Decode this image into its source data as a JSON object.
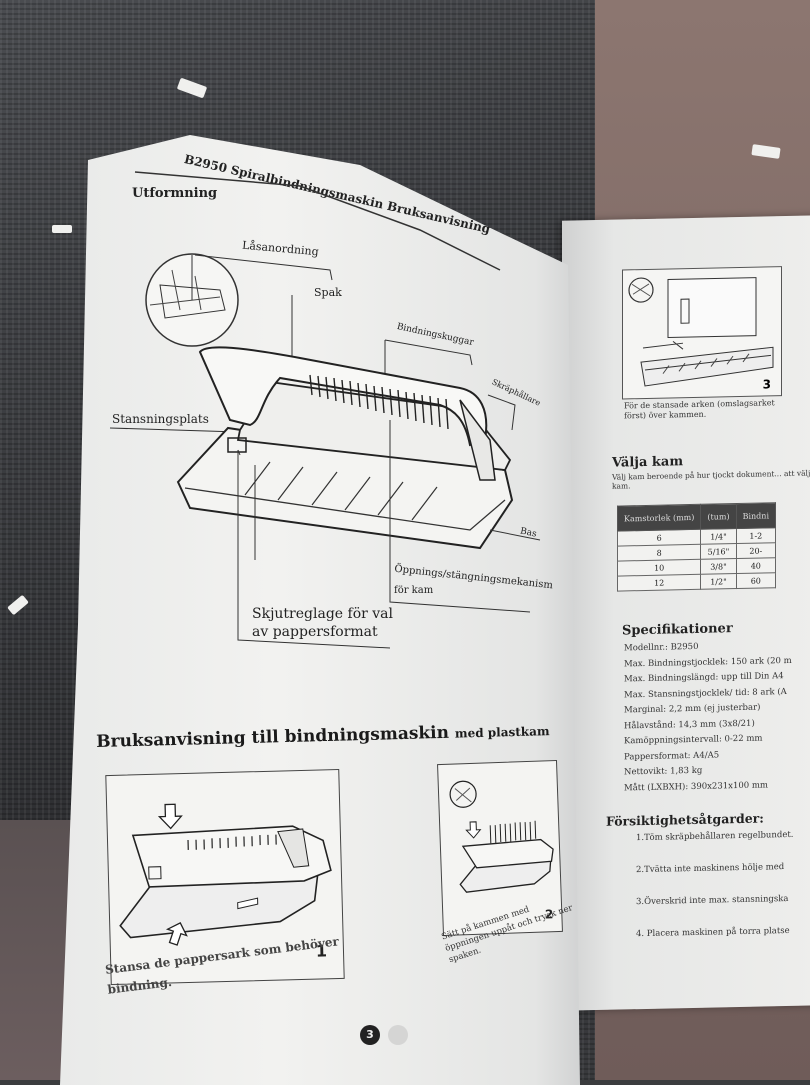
{
  "left_page": {
    "header_title": "B2950 Spiralbindningsmaskin Bruksanvisning",
    "subheading": "Utformning",
    "labels": {
      "lock": "Låsanordning",
      "lever": "Spak",
      "comb_teeth": "Bindningskuggar",
      "scrap_holder": "Skräphållare",
      "punch_slot": "Stansningsplats",
      "base": "Bas",
      "open_close_1": "Öppnings/stängningsmekanism",
      "open_close_2": "för kam",
      "slide_guide_1": "Skjutreglage för val",
      "slide_guide_2": "av pappersformat"
    },
    "section_heading": "Bruksanvisning till bindningsmaskin",
    "section_heading_suffix": "med plastkam",
    "fig1_number": "1",
    "fig2_number": "2",
    "fig1_caption": "Stansa de pappersark som behöver bindning.",
    "fig2_caption": "Sätt på kammen med öppningen uppåt och tryck ner spaken.",
    "page_number": "3"
  },
  "right_page": {
    "fig3_number": "3",
    "fig3_caption": "För de stansade arken (omslagsarket först) över kammen.",
    "choose_heading": "Välja kam",
    "choose_text": "Välj kam beroende på hur tjockt dokument... att välja rätt kam.",
    "table_headers": [
      "Kamstorlek (mm)",
      "(tum)",
      "Bindni"
    ],
    "table_rows": [
      [
        "6",
        "1/4\"",
        "1-2"
      ],
      [
        "8",
        "5/16\"",
        "20-"
      ],
      [
        "10",
        "3/8\"",
        "40"
      ],
      [
        "12",
        "1/2\"",
        "60"
      ]
    ],
    "spec_heading": "Specifikationer",
    "spec_items": [
      "Modellnr.: B2950",
      "Max. Bindningstjocklek: 150 ark (20 m",
      "Max. Bindningslängd: upp till Din A4",
      "Max. Stansningstjocklek/ tid: 8 ark (A",
      "Marginal: 2,2 mm (ej justerbar)",
      "Hålavstånd: 14,3 mm (3x8/21)",
      "Kamöppningsintervall: 0-22 mm",
      "Pappersformat: A4/A5",
      "Nettovikt: 1,83 kg",
      "Mått (LXBXH): 390x231x100 mm"
    ],
    "care_heading": "Försiktighetsåtgarder:",
    "care_items": [
      "1.Töm skräpbehållaren regelbundet.",
      "2.Tvätta inte maskinens hölje med",
      "3.Överskrid inte max. stansningska",
      "4. Placera maskinen på torra platse"
    ]
  }
}
